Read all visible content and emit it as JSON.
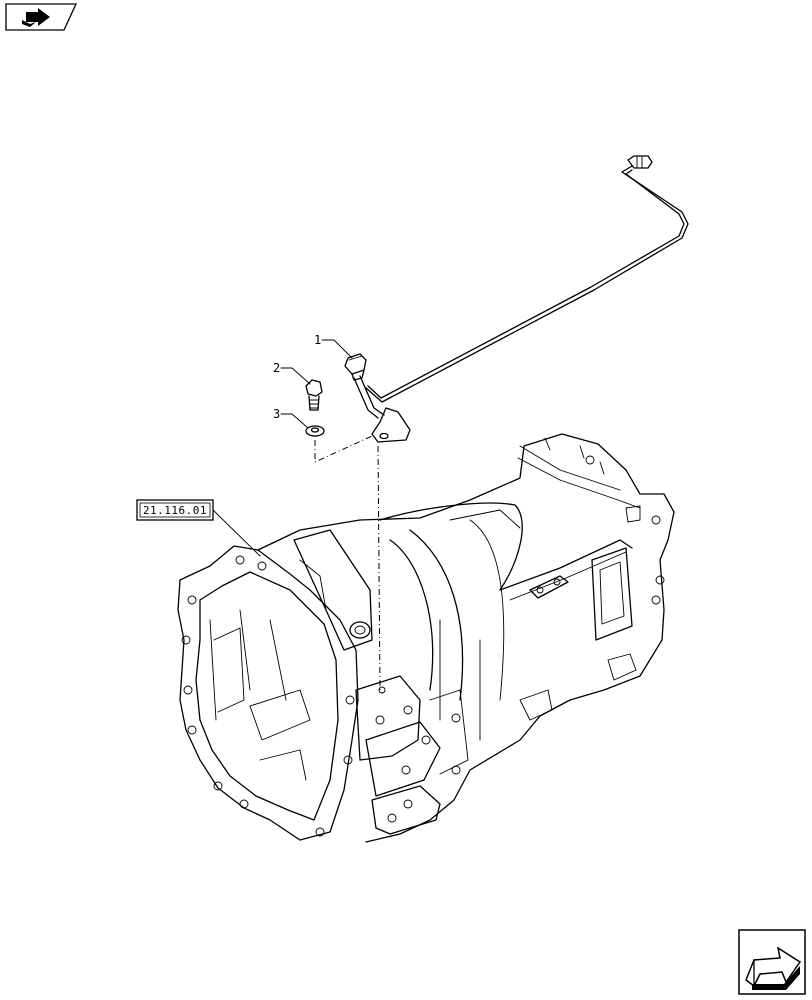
{
  "callouts": {
    "c1": "1",
    "c2": "2",
    "c3": "3"
  },
  "reference_box": {
    "label": "21.116.01"
  },
  "nav": {
    "top_left_icon": "book-arrow-icon",
    "bottom_right_icon": "next-page-arrow-icon"
  }
}
